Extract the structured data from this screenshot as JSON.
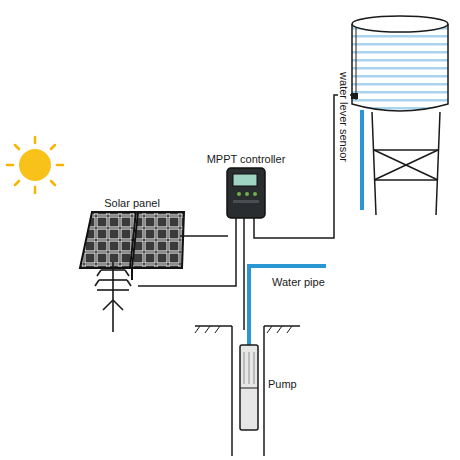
{
  "diagram": {
    "labels": [
      "MPPT controller",
      "water lever sensor",
      "Solar panel",
      "Water pipe",
      "Pump"
    ]
  }
}
